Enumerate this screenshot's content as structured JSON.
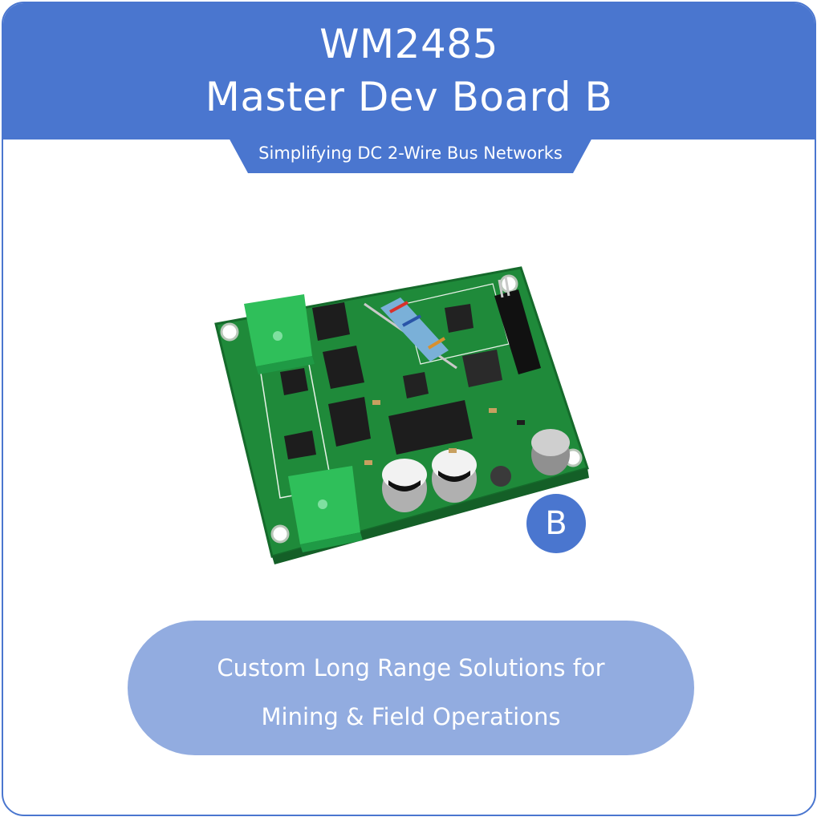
{
  "header": {
    "title_line1": "WM2485",
    "title_line2": "Master Dev Board B",
    "subtitle": "Simplifying DC 2-Wire Bus Networks"
  },
  "product": {
    "badge": "B",
    "image": "green-pcb-board"
  },
  "footer": {
    "line1": "Custom Long Range Solutions for",
    "line2": "Mining & Field Operations"
  },
  "colors": {
    "primary": "#4a76cf",
    "pill": "#92ace0",
    "pcb": "#1f8a3a"
  }
}
